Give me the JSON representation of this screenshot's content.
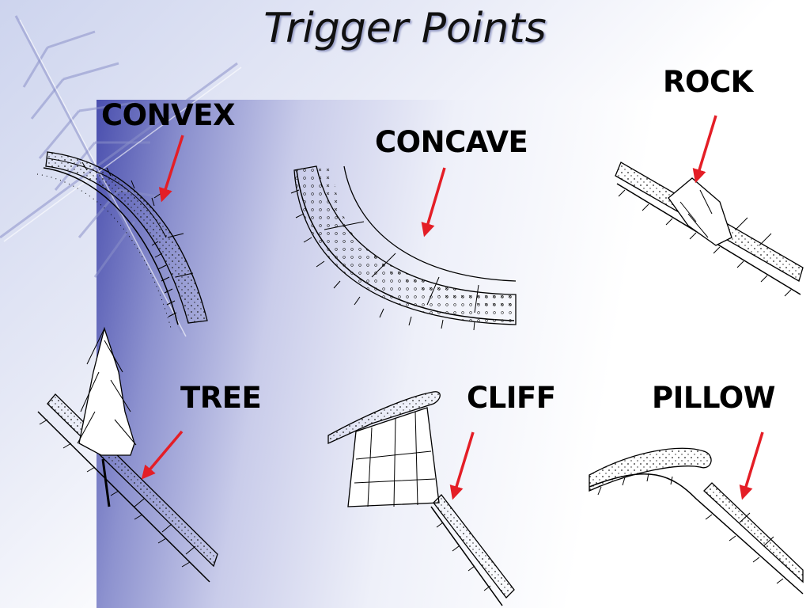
{
  "slide": {
    "title": "Trigger Points",
    "accent_arrow_color": "#e41e26",
    "background_colors": [
      "#4a4fae",
      "#ffffff"
    ]
  },
  "diagrams": [
    {
      "id": "convex",
      "label": "CONVEX",
      "icon": "convex-slope-icon"
    },
    {
      "id": "concave",
      "label": "CONCAVE",
      "icon": "concave-slope-icon"
    },
    {
      "id": "rock",
      "label": "ROCK",
      "icon": "rock-slope-icon"
    },
    {
      "id": "tree",
      "label": "TREE",
      "icon": "tree-slope-icon"
    },
    {
      "id": "cliff",
      "label": "CLIFF",
      "icon": "cliff-slope-icon"
    },
    {
      "id": "pillow",
      "label": "PILLOW",
      "icon": "pillow-slope-icon"
    }
  ]
}
